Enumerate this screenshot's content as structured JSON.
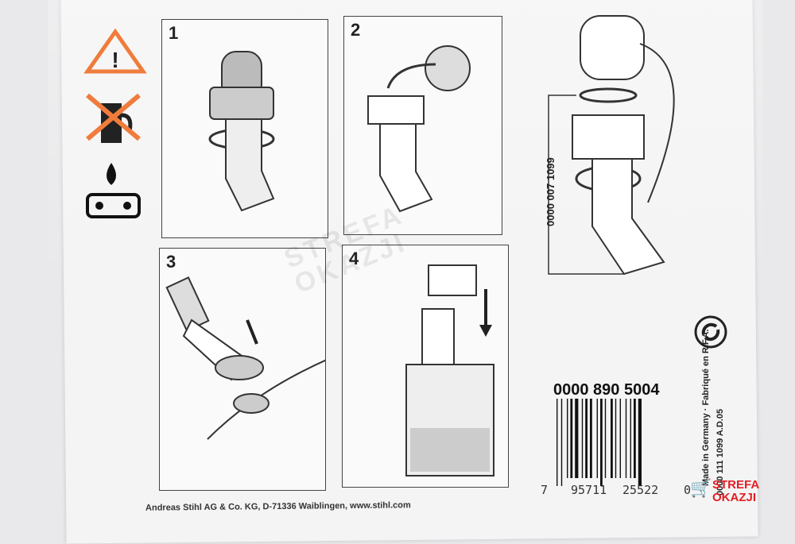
{
  "panels": [
    {
      "number": "1"
    },
    {
      "number": "2"
    },
    {
      "number": "3"
    },
    {
      "number": "4"
    }
  ],
  "exploded_part_number": "0000 007 1099",
  "product_number": "0000 890 5004",
  "barcode": {
    "lead": "7",
    "left": "95711",
    "right": "25522",
    "trail": "0"
  },
  "vertical_text": {
    "origin": "Made in Germany · Fabriqué en R.F.A.",
    "code": "0000 111 1099 A.D.05"
  },
  "footer": "Andreas Stihl AG & Co. KG, D-71336 Waiblingen, www.stihl.com",
  "watermark": {
    "line1": "STREFA",
    "line2": "OKAZJI"
  },
  "colors": {
    "warning": "#f07c3c",
    "watermark": "#e31e24"
  }
}
